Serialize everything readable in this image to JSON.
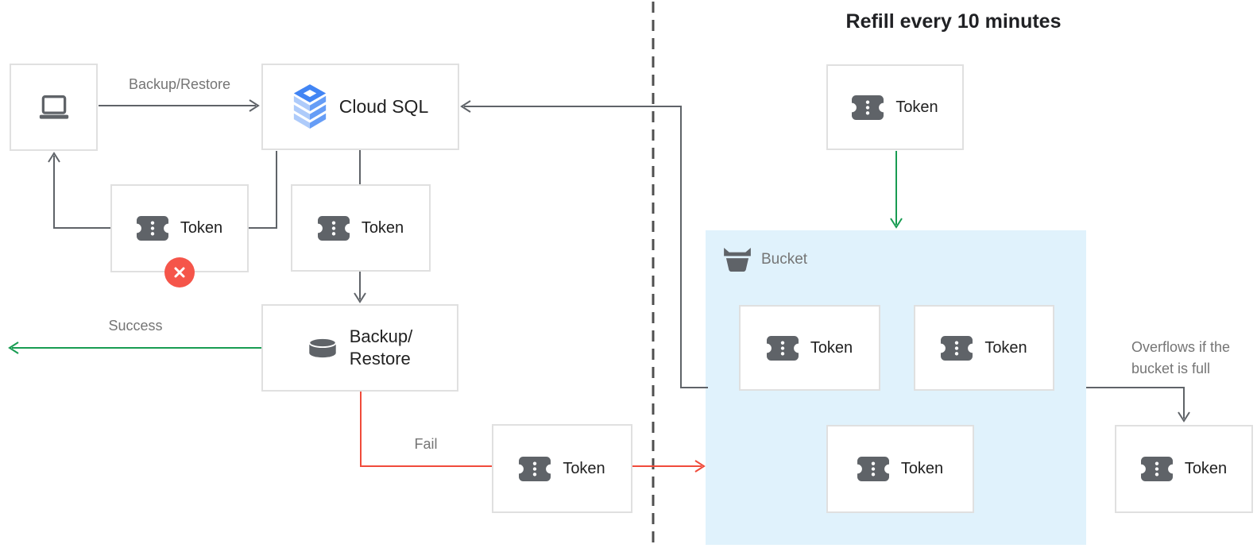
{
  "title": "Refill every 10 minutes",
  "nodes": {
    "cloud_sql_label": "Cloud SQL",
    "backup_restore_lines": [
      "Backup/",
      "Restore"
    ],
    "bucket_label": "Bucket",
    "tokens": [
      {
        "label": "Token"
      },
      {
        "label": "Token"
      },
      {
        "label": "Token"
      },
      {
        "label": "Token"
      },
      {
        "label": "Token"
      },
      {
        "label": "Token"
      },
      {
        "label": "Token"
      },
      {
        "label": "Token"
      }
    ]
  },
  "edge_labels": {
    "backup_restore": "Backup/Restore",
    "success": "Success",
    "fail": "Fail",
    "overflow_lines": [
      "Overflows if the",
      "bucket is full"
    ]
  },
  "colors": {
    "green": "#189C52",
    "red": "#F04B3B",
    "badge_red": "#F5554A",
    "line": "#5F6368",
    "dashed": "#4F4F4F",
    "bucket_fill": "#E0F2FC",
    "cloud_sql_blue": "#4285F4"
  }
}
